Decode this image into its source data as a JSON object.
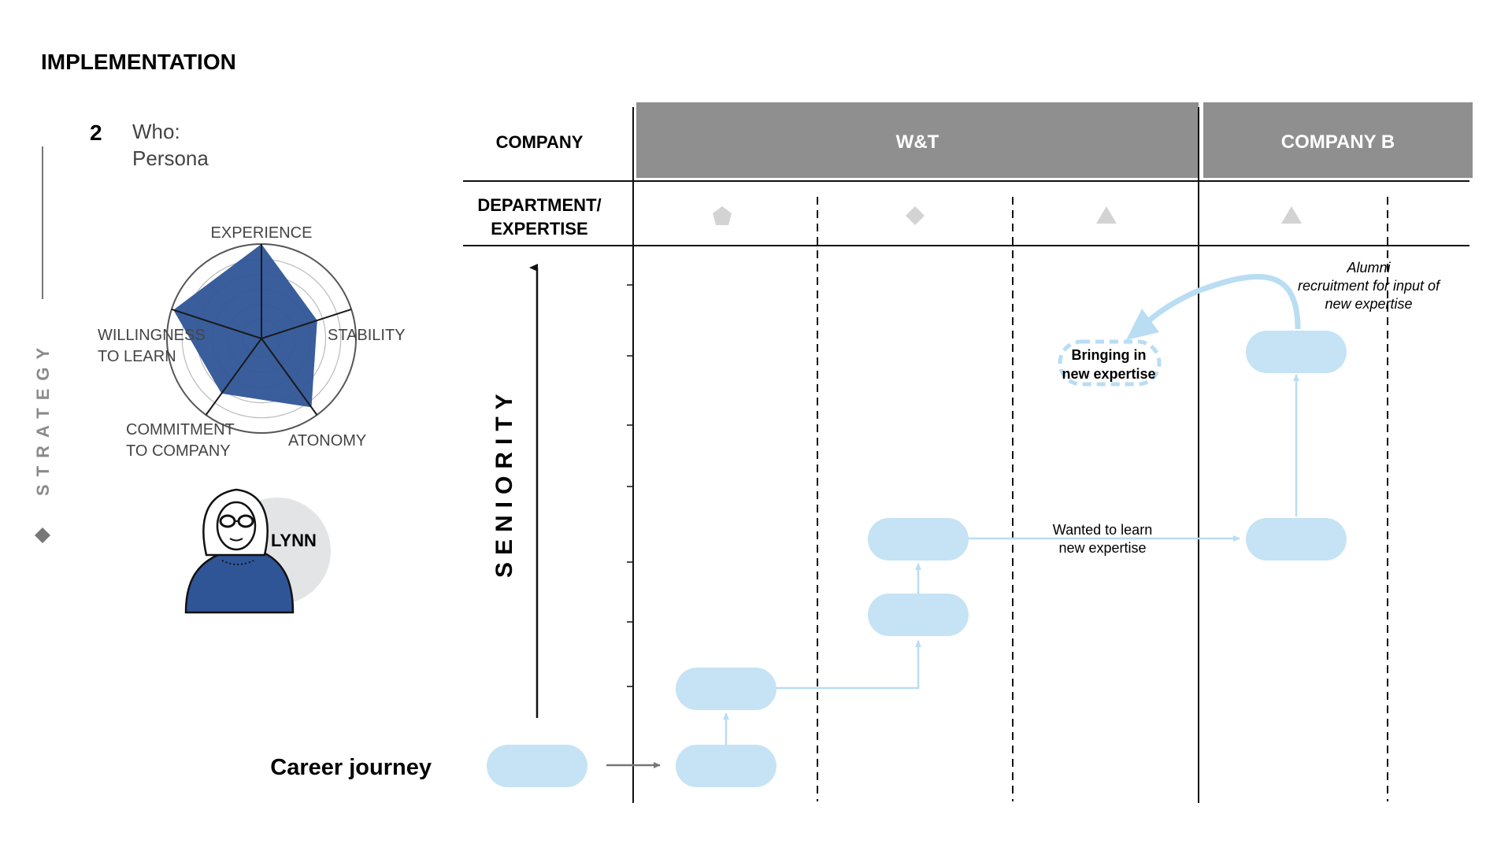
{
  "header": {
    "title": "IMPLEMENTATION"
  },
  "side_label": {
    "text": "STRATEGY"
  },
  "section": {
    "number": "2",
    "who": "Who:",
    "persona": "Persona"
  },
  "radar": {
    "axes": [
      {
        "id": "experience",
        "lines": [
          "EXPERIENCE"
        ],
        "value": 1.0
      },
      {
        "id": "stability",
        "lines": [
          "STABILITY"
        ],
        "value": 0.62
      },
      {
        "id": "atonomy",
        "lines": [
          "ATONOMY"
        ],
        "value": 0.9
      },
      {
        "id": "commitment",
        "lines": [
          "COMMITMENT",
          "TO COMPANY"
        ],
        "value": 0.72
      },
      {
        "id": "willingness",
        "lines": [
          "WILLINGNESS",
          "TO LEARN"
        ],
        "value": 0.98
      }
    ],
    "fill_color": "#2f5597"
  },
  "persona": {
    "name": "LYNN"
  },
  "table": {
    "company_header": "COMPANY",
    "department_header_line1": "DEPARTMENT/",
    "department_header_line2": "EXPERTISE",
    "company_a": "W&T",
    "company_b": "COMPANY B",
    "seniority_label": "SENIORITY",
    "header_color": "#8f8f8f"
  },
  "journey": {
    "label": "Career journey",
    "node_color": "#c5e3f5",
    "arrow_color": "#b9ddf3"
  },
  "annotations": {
    "bringing_line1": "Bringing in",
    "bringing_line2": "new expertise",
    "alumni_line1": "Alumni",
    "alumni_line2": "recruitment for input of",
    "alumni_line3": "new expertise",
    "wanted_line1": "Wanted to learn",
    "wanted_line2": "new expertise"
  }
}
